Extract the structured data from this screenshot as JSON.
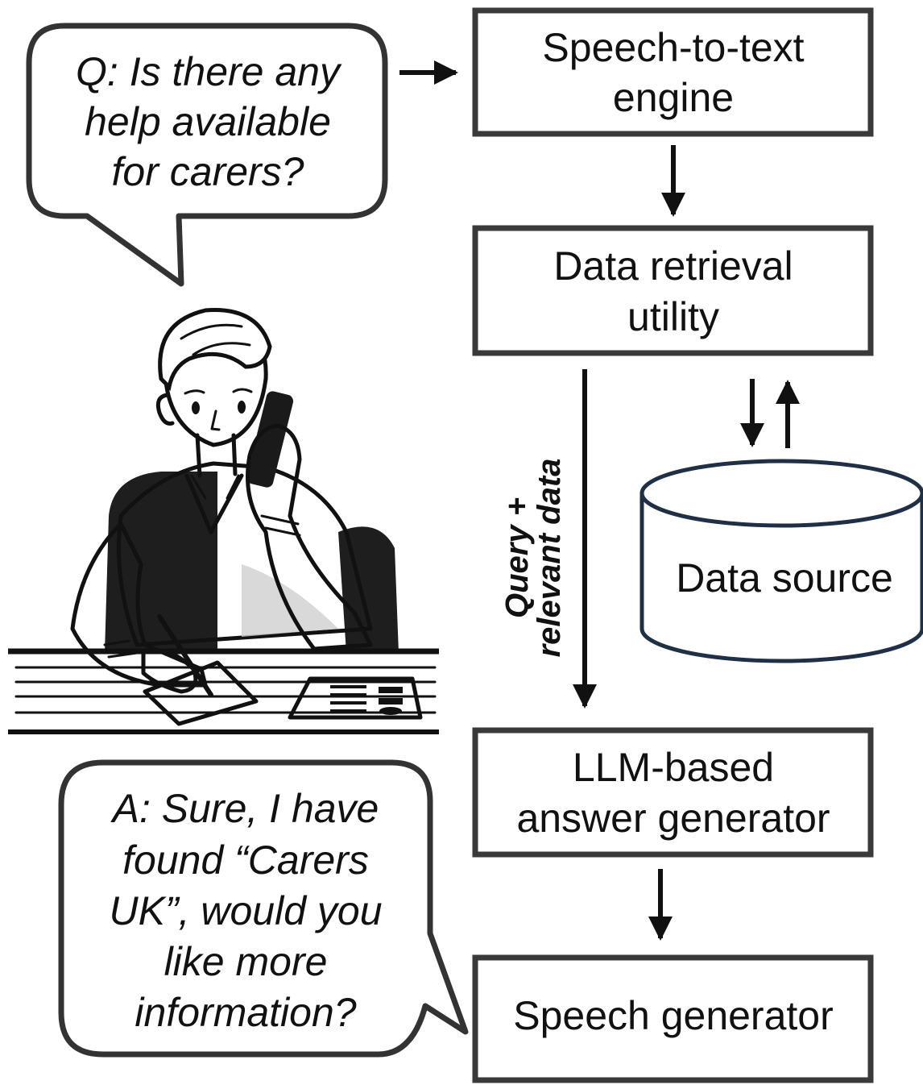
{
  "nodes": {
    "speech_to_text": {
      "line1": "Speech-to-text",
      "line2": "engine"
    },
    "data_retrieval": {
      "line1": "Data retrieval",
      "line2": "utility"
    },
    "data_source": {
      "label": "Data source"
    },
    "llm_generator": {
      "line1": "LLM-based",
      "line2": "answer generator"
    },
    "speech_generator": {
      "label": "Speech generator"
    }
  },
  "edges": {
    "query_label_line1": "Query +",
    "query_label_line2": "relevant data"
  },
  "question_bubble": {
    "line1": "Q: Is there any",
    "line2": "help available",
    "line3": "for carers?"
  },
  "answer_bubble": {
    "line1": "A: Sure, I have",
    "line2": "found “Carers",
    "line3": "UK”, would you",
    "line4": "like more",
    "line5": "information?"
  },
  "illustration": {
    "subject": "person-on-phone-at-desk"
  }
}
